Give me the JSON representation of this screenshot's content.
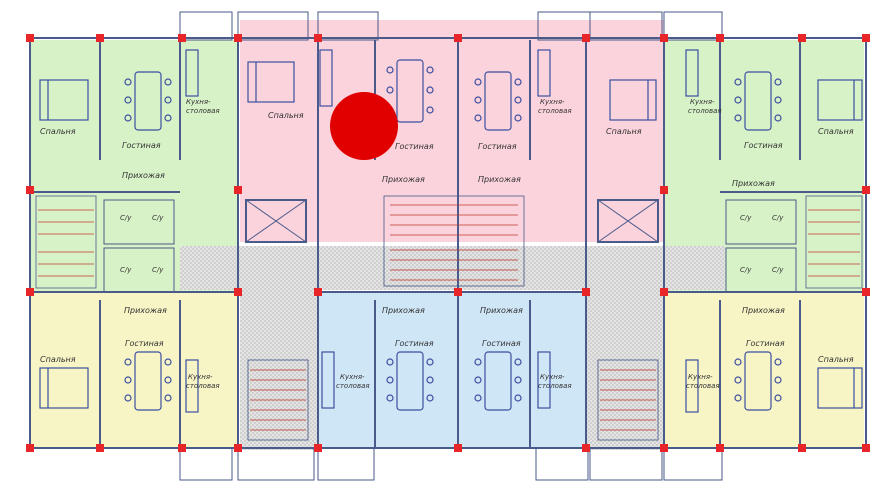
{
  "labels": {
    "spalnya": "Спальня",
    "gostinaya": "Гостиная",
    "kukhnya_line1": "Кухня-",
    "kukhnya_line2": "столовая",
    "prikhozhaya": "Прихожая",
    "su": "С/у"
  },
  "colors": {
    "green": "#d8f2c8",
    "pink": "#fbd3dc",
    "yellow": "#f7f5c6",
    "blue": "#cfe6f7",
    "corridor": "#d9d9d9",
    "column": "#e8262a",
    "marker": "#e00000"
  },
  "marker": {
    "label": ""
  }
}
